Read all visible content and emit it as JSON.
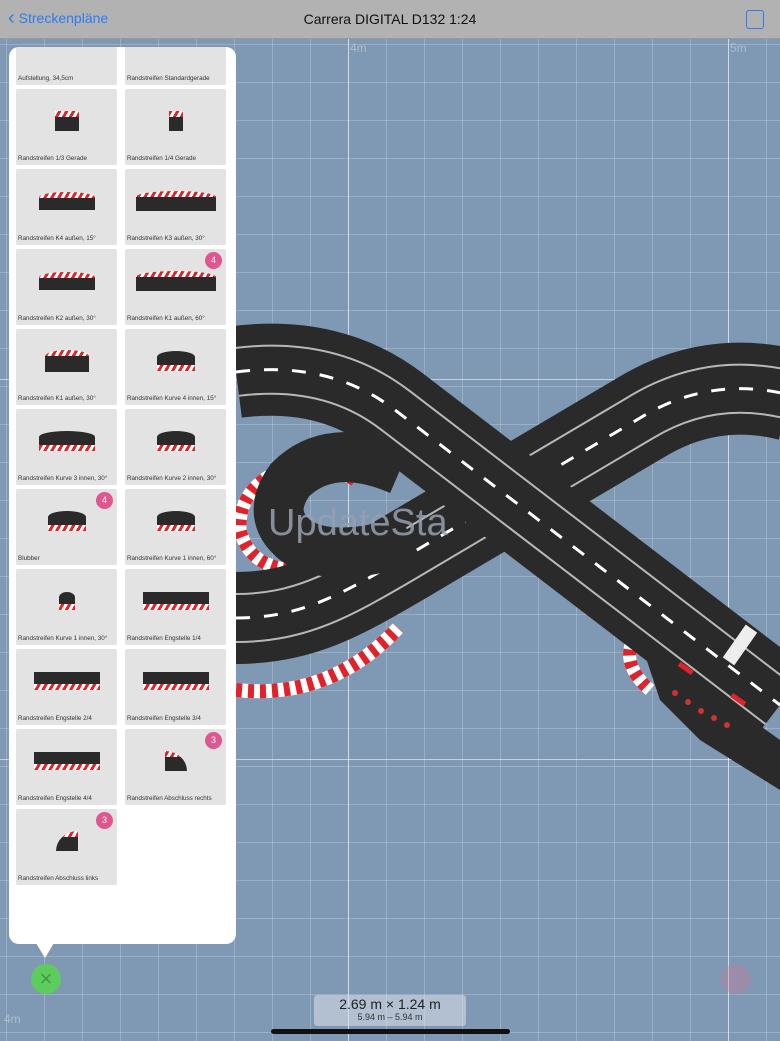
{
  "navbar": {
    "back_label": "Streckenpläne",
    "title": "Carrera DIGITAL D132 1:24",
    "settings_icon": "sliders-icon"
  },
  "axis": {
    "top_left": "4m",
    "top_right": "5m",
    "bottom_left": "4m"
  },
  "watermark": "UpdateSta",
  "palette": {
    "items": [
      {
        "label": "Aufstellung, 34,5cm",
        "icon": "straight-long"
      },
      {
        "label": "Randstreifen Standardgerade",
        "icon": "blank"
      },
      {
        "label": "Randstreifen 1/3 Gerade",
        "icon": "straight-short"
      },
      {
        "label": "Randstreifen 1/4 Gerade",
        "icon": "straight-tiny"
      },
      {
        "label": "Randstreifen K4 außen, 15°",
        "icon": "outer-curve"
      },
      {
        "label": "Randstreifen K3 außen, 30°",
        "icon": "outer-curve-wide"
      },
      {
        "label": "Randstreifen K2 außen, 30°",
        "icon": "outer-curve"
      },
      {
        "label": "Randstreifen K1 außen, 60°",
        "icon": "outer-curve-wide",
        "badge": "4"
      },
      {
        "label": "Randstreifen K1 außen, 30°",
        "icon": "outer-curve-small"
      },
      {
        "label": "Randstreifen Kurve 4 innen, 15°",
        "icon": "inner-curve-small"
      },
      {
        "label": "Randstreifen Kurve 3 innen, 30°",
        "icon": "inner-curve"
      },
      {
        "label": "Randstreifen Kurve 2 innen, 30°",
        "icon": "inner-curve-small"
      },
      {
        "label": "Blubber",
        "icon": "inner-curve-small",
        "badge": "4"
      },
      {
        "label": "Randstreifen Kurve 1 innen, 60°",
        "icon": "inner-curve-small"
      },
      {
        "label": "Randstreifen Kurve 1 innen, 30°",
        "icon": "inner-curve-tiny"
      },
      {
        "label": "Randstreifen Engstelle 1/4",
        "icon": "narrowing"
      },
      {
        "label": "Randstreifen Engstelle 2/4",
        "icon": "narrowing"
      },
      {
        "label": "Randstreifen Engstelle 3/4",
        "icon": "narrowing"
      },
      {
        "label": "Randstreifen Engstelle 4/4",
        "icon": "narrowing"
      },
      {
        "label": "Randstreifen Abschluss rechts",
        "icon": "end-right",
        "badge": "3"
      },
      {
        "label": "Randstreifen Abschluss links",
        "icon": "end-left",
        "badge": "3"
      }
    ]
  },
  "info": {
    "dimensions": "2.69 m × 1.24 m",
    "range": "5.94 m – 5.94 m"
  },
  "colors": {
    "accent": "#2d7cf0",
    "badge": "#e0568e",
    "fab": "#5ccd5c",
    "road": "#2a2a2a",
    "curb_red": "#e0222a"
  }
}
